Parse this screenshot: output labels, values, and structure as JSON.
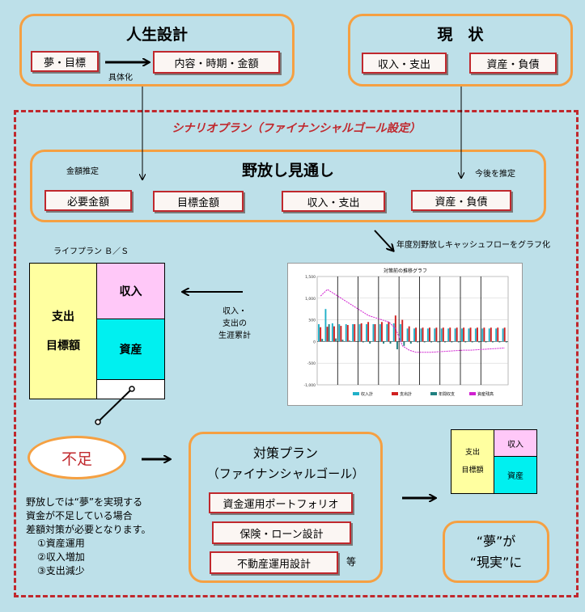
{
  "life_plan": {
    "title": "人生設計",
    "dream": "夢・目標",
    "arrow_label": "具体化",
    "details": "内容・時期・金額"
  },
  "current": {
    "title": "現　状",
    "income": "収入・支出",
    "assets": "資産・負債"
  },
  "scenario_title": "シナリオプラン（ファイナンシャルゴール設定）",
  "outlook": {
    "title": "野放し見通し",
    "left_note": "金額推定",
    "right_note": "今後を推定",
    "items": [
      "必要金額",
      "目標金額",
      "収入・支出",
      "資産・負債"
    ]
  },
  "graph_note": "年度別野放しキャッシュフローをグラフ化",
  "bs": {
    "title": "ライフプラン Ｂ／Ｓ",
    "expense": "支出",
    "target": "目標額",
    "income": "収入",
    "assets": "資産"
  },
  "lifetime_label": [
    "収入・",
    "支出の",
    "生涯累計"
  ],
  "shortage": "不足",
  "countermeasure": {
    "title": "対策プラン",
    "subtitle": "（ファイナンシャルゴール）",
    "items": [
      "資金運用ポートフォリオ",
      "保険・ローン設計",
      "不動産運用設計"
    ],
    "etc": "等"
  },
  "explanation": [
    "野放しでは“夢”を実現する",
    "資金が不足している場合",
    "差額対策が必要となります。"
  ],
  "measures": [
    "①資産運用",
    "②収入増加",
    "③支出減少"
  ],
  "small_bs": {
    "expense": "支出",
    "target": "目標額",
    "income": "収入",
    "assets": "資産"
  },
  "result": [
    "“夢”が",
    "“現実”に"
  ],
  "chart_data": {
    "type": "bar",
    "title": "対策前の推移グラフ",
    "legend": [
      "収入計",
      "支出計",
      "年間収支",
      "資産残高"
    ],
    "colors": [
      "#20b0c8",
      "#d02020",
      "#208080",
      "#d020d0"
    ],
    "ylim": [
      -1000,
      1500
    ],
    "series": [
      {
        "name": "収入計",
        "values": [
          400,
          750,
          420,
          400,
          400,
          400,
          400,
          400,
          400,
          400,
          400,
          420,
          400,
          300,
          300,
          300,
          300,
          300,
          300,
          300,
          300,
          300,
          300,
          300,
          300,
          300,
          300,
          300
        ]
      },
      {
        "name": "支出計",
        "values": [
          330,
          340,
          350,
          360,
          380,
          400,
          420,
          450,
          400,
          450,
          450,
          600,
          500,
          350,
          320,
          320,
          320,
          320,
          320,
          320,
          320,
          320,
          320,
          320,
          320,
          320,
          320,
          320
        ]
      },
      {
        "name": "年間収支",
        "values": [
          60,
          400,
          70,
          40,
          20,
          0,
          -20,
          -50,
          0,
          -50,
          -50,
          -180,
          -100,
          -50,
          -20,
          -20,
          -20,
          -20,
          -20,
          -20,
          -20,
          -20,
          -20,
          -20,
          -20,
          -20,
          -20,
          -20
        ]
      },
      {
        "name": "資産残高",
        "values": [
          1050,
          1200,
          1100,
          1000,
          900,
          800,
          700,
          600,
          550,
          500,
          450,
          300,
          -100,
          -200,
          -250,
          -250,
          -250,
          -240,
          -230,
          -220,
          -210,
          -200,
          -200,
          -190,
          -180,
          -170,
          -160,
          -150
        ]
      }
    ]
  }
}
